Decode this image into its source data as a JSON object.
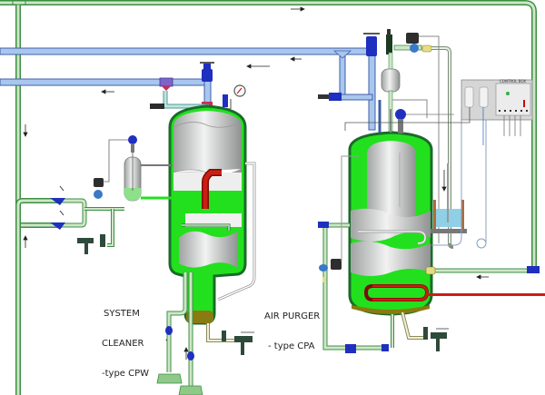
{
  "diagram": {
    "components": {
      "system_cleaner": {
        "label_line1": "SYSTEM",
        "label_line2": "CLEANER",
        "label_line3": "-type CPW"
      },
      "air_purger": {
        "label_line1": "AIR PURGER",
        "label_line2": "- type CPA"
      },
      "control_box": {
        "label": "CONTROL BOX"
      }
    },
    "colors": {
      "liquid": "#22e01e",
      "vessel_shell": "#1a6b2a",
      "steel": "#c9cccb",
      "gas_pipe": "#a9c7ee",
      "liquid_pipe": "#cfe6c8",
      "valve_blue": "#1f2fbf",
      "hot_pipe": "#cc1d12",
      "oil": "#8a7a12",
      "water": "#8fd0e6"
    }
  }
}
